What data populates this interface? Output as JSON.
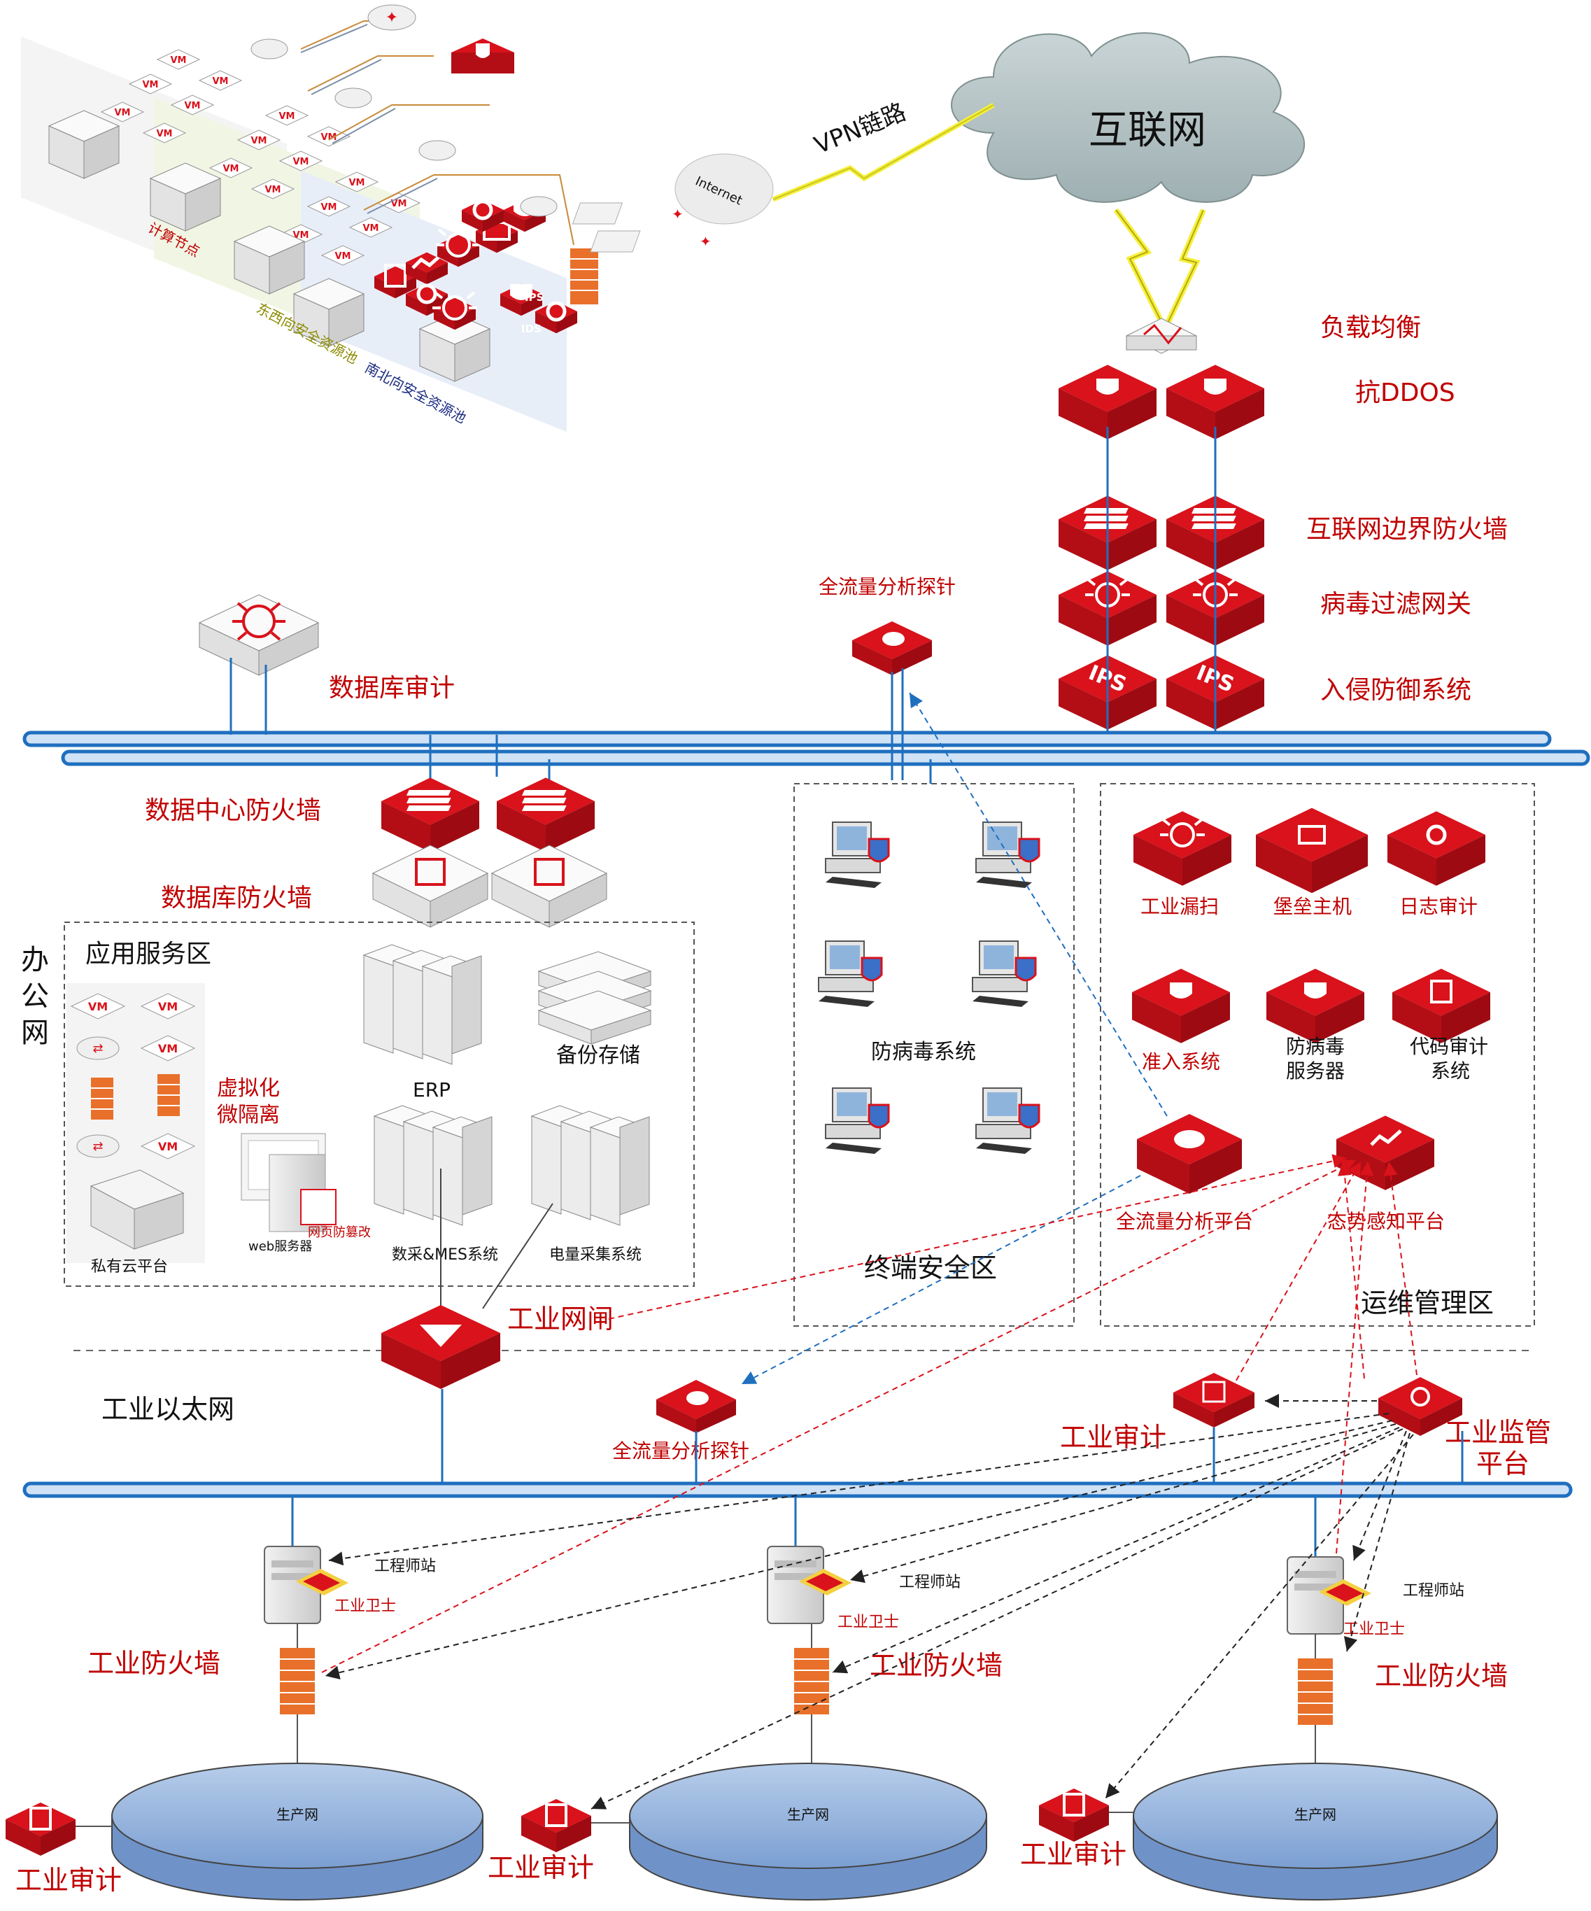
{
  "colors": {
    "accent_red": "#c00000",
    "device_red": "#d9121b",
    "device_red_dark": "#9e0a12",
    "bus_blue": "#1f6fbf",
    "cloud_gray": "#b4c2c4",
    "disk_blue": "#8fb0dc",
    "bolt_yellow": "#f5f03a"
  },
  "internet": {
    "title": "互联网",
    "vpn_link": "VPN链路",
    "small_cloud": "Internet"
  },
  "dc_top": {
    "compute_nodes": "计算节点",
    "ew_pool": "东西向安全资源池",
    "ns_pool": "南北向安全资源池",
    "vm_label": "VM",
    "ips_label": "IPS",
    "ids_label": "IDS"
  },
  "edge": {
    "load_balance": "负载均衡",
    "anti_ddos": "抗DDOS",
    "border_fw": "互联网边界防火墙",
    "virus_gw": "病毒过滤网关",
    "ips": "入侵防御系统",
    "ips_icon": "IPS"
  },
  "office": {
    "zone_label": [
      "办",
      "公",
      "网"
    ],
    "db_audit": "数据库审计",
    "flow_probe": "全流量分析探针",
    "dc_fw": "数据中心防火墙",
    "db_fw": "数据库防火墙",
    "app_zone": "应用服务区",
    "virtual_isolation": [
      "虚拟化",
      "微隔离"
    ],
    "private_cloud": "私有云平台",
    "web_server": "web服务器",
    "web_tamper": "网页防篡改",
    "erp": "ERP",
    "backup": "备份存储",
    "mes": "数采&MES系统",
    "power": "电量采集系统",
    "antivirus": "防病毒系统",
    "terminal_zone": "终端安全区",
    "ops_zone": "运维管理区",
    "ops_items": {
      "vuln_scan": "工业漏扫",
      "bastion": "堡垒主机",
      "log_audit": "日志审计",
      "nac": "准入系统",
      "av_server": [
        "防病毒",
        "服务器"
      ],
      "code_audit": [
        "代码审计",
        "系统"
      ],
      "flow_platform": "全流量分析平台",
      "situation": "态势感知平台"
    }
  },
  "industrial": {
    "gatekeeper": "工业网闸",
    "ethernet": "工业以太网",
    "flow_probe": "全流量分析探针",
    "audit": "工业审计",
    "supervision": [
      "工业监管",
      "平台"
    ],
    "eng_station": "工程师站",
    "guard": "工业卫士",
    "ind_fw": "工业防火墙",
    "prod_net": "生产网"
  }
}
